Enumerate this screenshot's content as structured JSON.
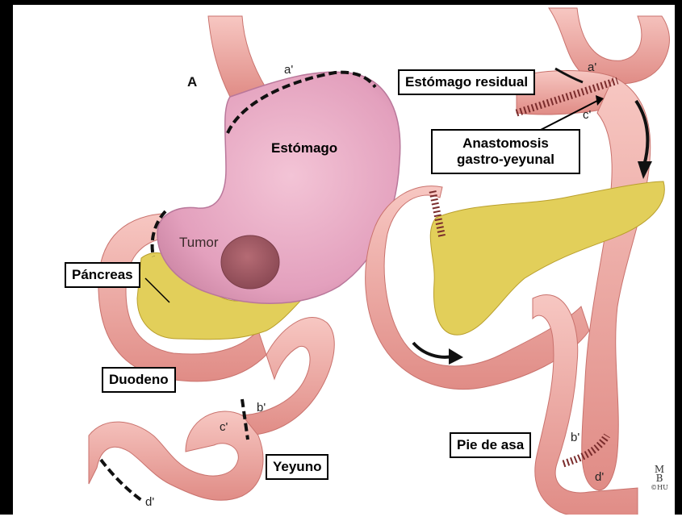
{
  "panel_letter": "A",
  "labels": {
    "estomago": "Estómago",
    "tumor": "Tumor",
    "pancreas": "Páncreas",
    "duodeno": "Duodeno",
    "yeyuno": "Yeyuno",
    "estomago_residual": "Estómago residual",
    "anastomosis_line1": "Anastomosis",
    "anastomosis_line2": "gastro-yeyunal",
    "pie_de_asa": "Pie de asa"
  },
  "markers": {
    "left_a": "a'",
    "left_b": "b'",
    "left_c": "c'",
    "left_d": "d'",
    "right_a": "a'",
    "right_c": "c'",
    "right_b": "b'",
    "right_d": "d'"
  },
  "signature": {
    "line1": "M",
    "line2": "B",
    "line3": "©HU"
  },
  "colors": {
    "intestine": "#f1b1ad",
    "intestine_dark": "#d9817c",
    "stomach": "#e7a6c0",
    "pancreas": "#e2cf5a",
    "label_border": "#000000"
  }
}
